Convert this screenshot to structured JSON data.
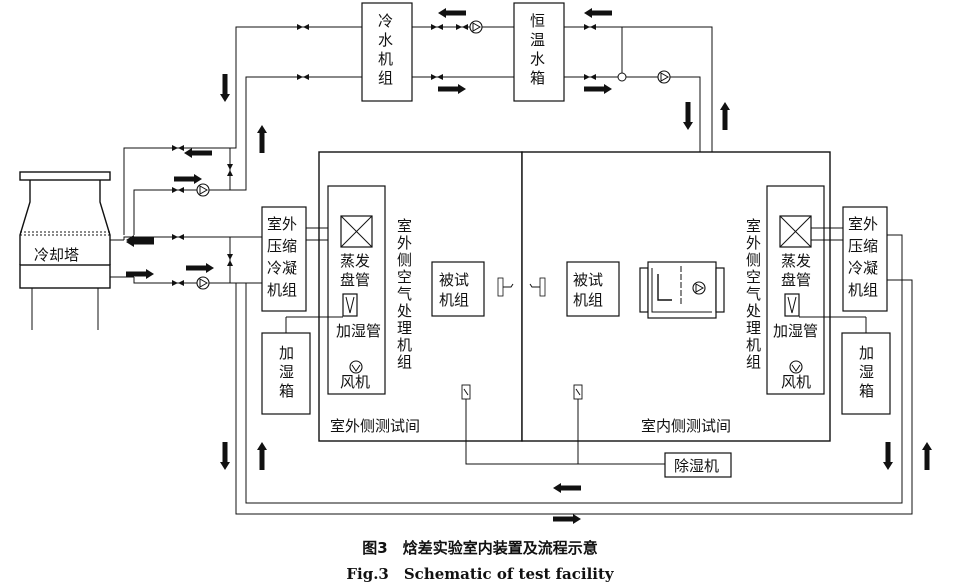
{
  "components": {
    "cooling_tower": "冷却塔",
    "chiller": [
      "冷",
      "水",
      "机",
      "组"
    ],
    "water_tank": [
      "恒",
      "温",
      "水",
      "箱"
    ],
    "outdoor_condenser_left": [
      "室外",
      "压缩",
      "冷凝",
      "机组"
    ],
    "outdoor_condenser_right": [
      "室外",
      "压缩",
      "冷凝",
      "机组"
    ],
    "evaporator_left": [
      "蒸发",
      "盘管"
    ],
    "evaporator_right": [
      "蒸发",
      "盘管"
    ],
    "humidifier_pipe_left": "加湿管",
    "humidifier_pipe_right": "加湿管",
    "fan_left": "风机",
    "fan_right": "风机",
    "humidifier_box_left": [
      "加",
      "湿",
      "箱"
    ],
    "humidifier_box_right": [
      "加",
      "湿",
      "箱"
    ],
    "ahu_left": [
      "室",
      "外",
      "侧",
      "空",
      "气",
      "处",
      "理",
      "机",
      "组"
    ],
    "ahu_right": [
      "室",
      "外",
      "侧",
      "空",
      "气",
      "处",
      "理",
      "机",
      "组"
    ],
    "tested_unit_left": [
      "被试",
      "机组"
    ],
    "tested_unit_right": [
      "被试",
      "机组"
    ],
    "outdoor_room": "室外侧测试间",
    "indoor_room": "室内侧测试间",
    "dehumidifier": "除湿机"
  },
  "caption": {
    "cn": "图3　焓差实验室内装置及流程示意",
    "en": "Fig.3　Schematic of test facility"
  }
}
